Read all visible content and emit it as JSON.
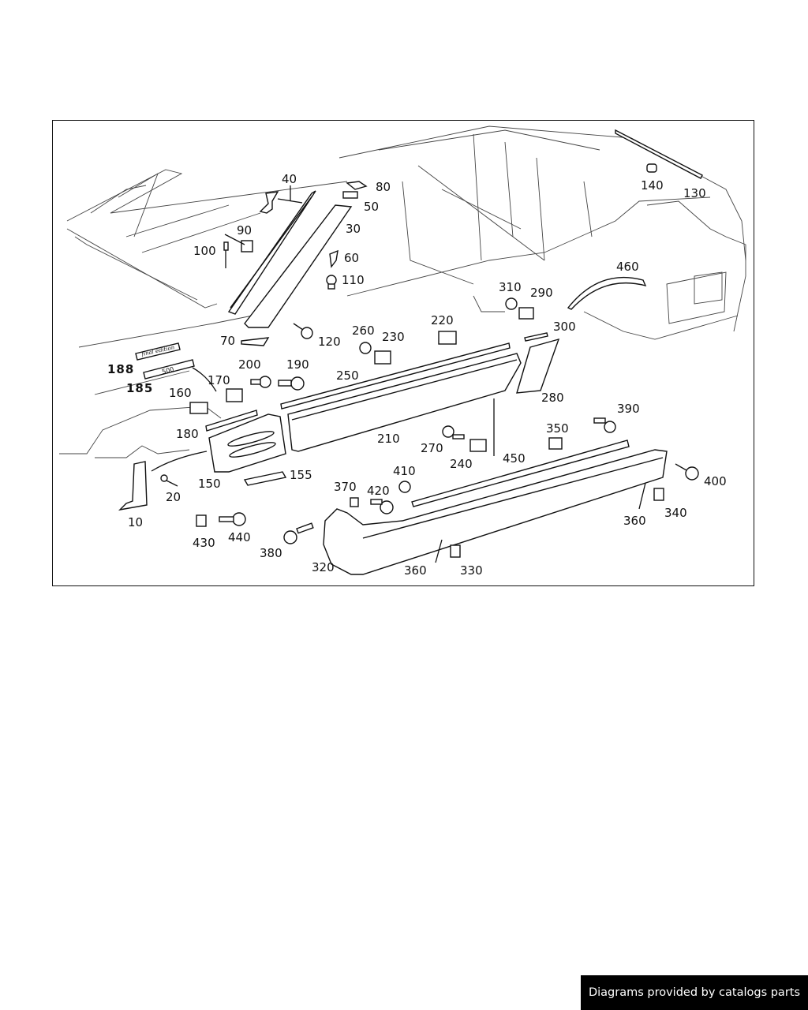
{
  "diagram": {
    "title": "Side trim / rocker panel exploded view",
    "badges": {
      "final_edition": "final edition",
      "model_badge": "500"
    },
    "part_labels": [
      {
        "id": "p10",
        "number": "10"
      },
      {
        "id": "p20",
        "number": "20"
      },
      {
        "id": "p30",
        "number": "30"
      },
      {
        "id": "p40",
        "number": "40"
      },
      {
        "id": "p50",
        "number": "50"
      },
      {
        "id": "p60",
        "number": "60"
      },
      {
        "id": "p70",
        "number": "70"
      },
      {
        "id": "p80",
        "number": "80"
      },
      {
        "id": "p90",
        "number": "90"
      },
      {
        "id": "p100",
        "number": "100"
      },
      {
        "id": "p110",
        "number": "110"
      },
      {
        "id": "p120",
        "number": "120"
      },
      {
        "id": "p130",
        "number": "130"
      },
      {
        "id": "p140",
        "number": "140"
      },
      {
        "id": "p150",
        "number": "150"
      },
      {
        "id": "p155",
        "number": "155"
      },
      {
        "id": "p160",
        "number": "160"
      },
      {
        "id": "p170",
        "number": "170"
      },
      {
        "id": "p180",
        "number": "180"
      },
      {
        "id": "p185",
        "number": "185"
      },
      {
        "id": "p188",
        "number": "188"
      },
      {
        "id": "p190",
        "number": "190"
      },
      {
        "id": "p200",
        "number": "200"
      },
      {
        "id": "p210",
        "number": "210"
      },
      {
        "id": "p220",
        "number": "220"
      },
      {
        "id": "p230",
        "number": "230"
      },
      {
        "id": "p240",
        "number": "240"
      },
      {
        "id": "p250",
        "number": "250"
      },
      {
        "id": "p260",
        "number": "260"
      },
      {
        "id": "p270",
        "number": "270"
      },
      {
        "id": "p280",
        "number": "280"
      },
      {
        "id": "p290",
        "number": "290"
      },
      {
        "id": "p300",
        "number": "300"
      },
      {
        "id": "p310",
        "number": "310"
      },
      {
        "id": "p320",
        "number": "320"
      },
      {
        "id": "p330",
        "number": "330"
      },
      {
        "id": "p340",
        "number": "340"
      },
      {
        "id": "p350",
        "number": "350"
      },
      {
        "id": "p360a",
        "number": "360"
      },
      {
        "id": "p360b",
        "number": "360"
      },
      {
        "id": "p370",
        "number": "370"
      },
      {
        "id": "p380",
        "number": "380"
      },
      {
        "id": "p390",
        "number": "390"
      },
      {
        "id": "p400",
        "number": "400"
      },
      {
        "id": "p410",
        "number": "410"
      },
      {
        "id": "p420",
        "number": "420"
      },
      {
        "id": "p430",
        "number": "430"
      },
      {
        "id": "p440",
        "number": "440"
      },
      {
        "id": "p450",
        "number": "450"
      },
      {
        "id": "p460",
        "number": "460"
      }
    ]
  },
  "footer": {
    "credit": "Diagrams provided by catalogs parts"
  }
}
